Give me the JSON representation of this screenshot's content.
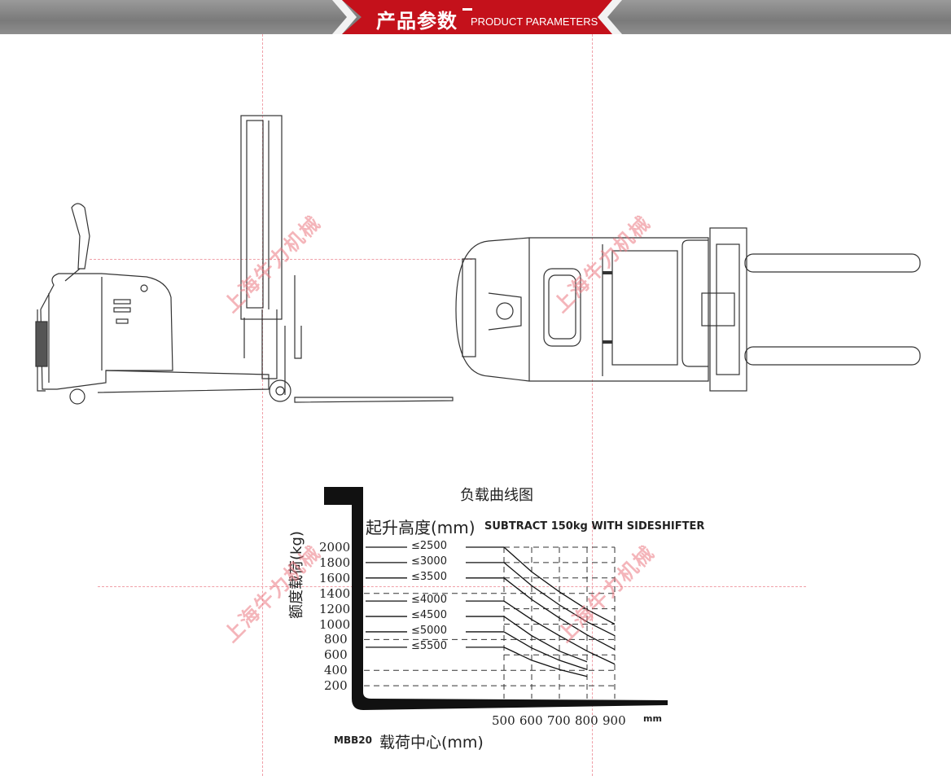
{
  "header": {
    "title_cn": "产品参数",
    "title_en": "PRODUCT PARAMETERS"
  },
  "watermark": "上海牛力机械",
  "chart_data": {
    "type": "line",
    "title": "负载曲线图",
    "model": "MBB20",
    "note": "SUBTRACT 150kg WITH SIDESHIFTER",
    "xlabel": "载荷中心(mm)",
    "xunit": "mm",
    "ylabel": "额度载荷(kg)",
    "series_header": "起升高度(mm)",
    "x_ticks": [
      500,
      600,
      700,
      800,
      900
    ],
    "y_ticks": [
      2000,
      1800,
      1600,
      1400,
      1200,
      1000,
      800,
      600,
      400,
      200
    ],
    "xlim": [
      500,
      900
    ],
    "ylim": [
      0,
      2000
    ],
    "series": [
      {
        "name": "≤2500",
        "x": [
          500,
          600,
          700,
          800,
          900
        ],
        "values": [
          2000,
          1680,
          1420,
          1190,
          1000
        ]
      },
      {
        "name": "≤3000",
        "x": [
          500,
          600,
          700,
          800,
          900
        ],
        "values": [
          1800,
          1500,
          1250,
          1030,
          850
        ]
      },
      {
        "name": "≤3500",
        "x": [
          500,
          600,
          700,
          800,
          900
        ],
        "values": [
          1600,
          1320,
          1080,
          860,
          670
        ]
      },
      {
        "name": "≤4000",
        "x": [
          500,
          600,
          700,
          800,
          900
        ],
        "values": [
          1300,
          1060,
          850,
          650,
          480
        ]
      },
      {
        "name": "≤4500",
        "x": [
          500,
          600,
          700,
          800
        ],
        "values": [
          1100,
          850,
          650,
          510
        ]
      },
      {
        "name": "≤5000",
        "x": [
          500,
          600,
          700,
          800
        ],
        "values": [
          900,
          690,
          530,
          410
        ]
      },
      {
        "name": "≤5500",
        "x": [
          500,
          600,
          700,
          800
        ],
        "values": [
          700,
          530,
          410,
          320
        ]
      }
    ]
  }
}
